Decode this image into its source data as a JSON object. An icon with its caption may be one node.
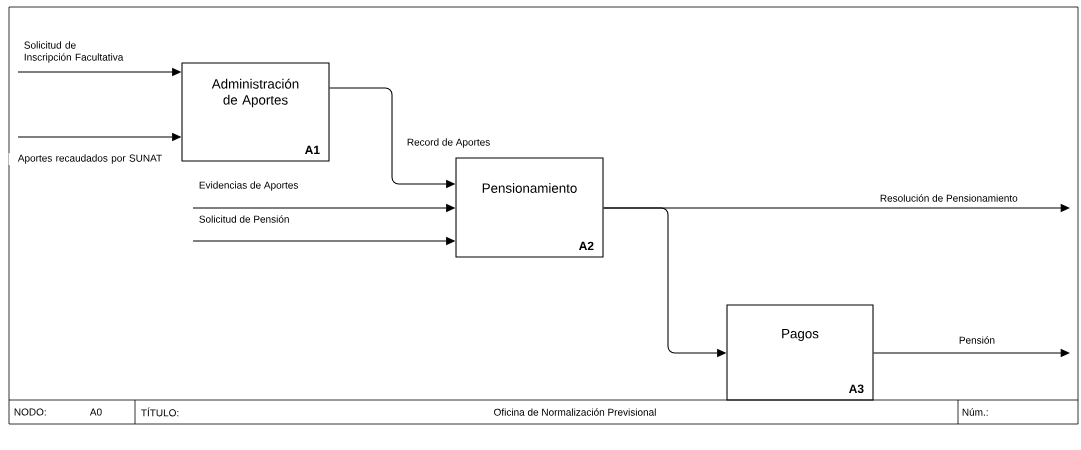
{
  "diagram": {
    "nodes": [
      {
        "text": [
          "Administración de Aportes",
          "A1"
        ]
      },
      {
        "text": [
          "Pensionamiento",
          "A2"
        ]
      },
      {
        "text": [
          "Pagos",
          "A3"
        ]
      }
    ],
    "edges": [
      {
        "from": null,
        "to": 0,
        "arrow": "to",
        "label": "Solicitud de Inscripción Facultativa"
      },
      {
        "from": null,
        "to": 0,
        "arrow": "to",
        "label": "Aportes recaudados por SUNAT"
      },
      {
        "from": 0,
        "to": 1,
        "arrow": "to",
        "label": "Record de Aportes"
      },
      {
        "from": null,
        "to": 1,
        "arrow": "to",
        "label": "Evidencias de Aportes"
      },
      {
        "from": null,
        "to": 1,
        "arrow": "to",
        "label": "Solicitud de Pensión"
      },
      {
        "from": 1,
        "to": null,
        "arrow": "to",
        "label": "Resolución de Pensionamiento"
      },
      {
        "from": 1,
        "to": 2,
        "arrow": "to"
      },
      {
        "from": 2,
        "to": null,
        "arrow": "to",
        "label": "Pensión"
      }
    ],
    "labels": [
      "NODO:",
      "A0",
      "TÍTULO:",
      "Oficina de Normalización Previsional",
      "Núm.:"
    ]
  }
}
